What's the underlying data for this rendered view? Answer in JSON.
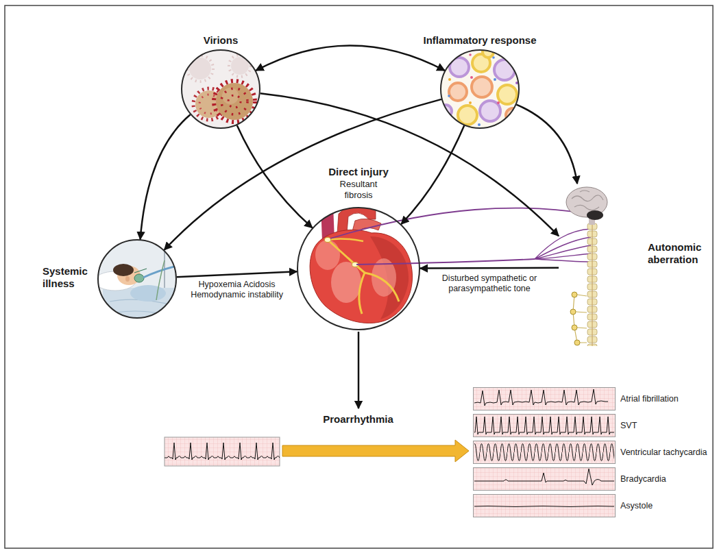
{
  "diagram": {
    "nodes": [
      {
        "text": [
          "Virions"
        ]
      },
      {
        "text": [
          "Inflammatory response"
        ]
      },
      {
        "text": [
          "Systemic illness"
        ]
      },
      {
        "text": [
          "Direct injury",
          "Resultant fibrosis"
        ]
      },
      {
        "text": [
          "Autonomic aberration"
        ]
      },
      {
        "text": [
          "Atrial fibrillation"
        ]
      },
      {
        "text": [
          "SVT"
        ]
      },
      {
        "text": [
          "Ventricular tachycardia"
        ]
      },
      {
        "text": [
          "Bradycardia"
        ]
      },
      {
        "text": [
          "Asystole"
        ]
      }
    ],
    "edges": [
      {
        "from": 0,
        "to": 1,
        "arrow": "both"
      },
      {
        "from": 0,
        "to": 2,
        "arrow": "to"
      },
      {
        "from": 0,
        "to": 3,
        "arrow": "to"
      },
      {
        "from": 0,
        "to": 4,
        "arrow": "to"
      },
      {
        "from": 1,
        "to": 2,
        "arrow": "to"
      },
      {
        "from": 1,
        "to": 3,
        "arrow": "to"
      },
      {
        "from": 1,
        "to": 4,
        "arrow": "to"
      },
      {
        "from": 2,
        "to": 3,
        "label": "Hypoxemia Acidosis Hemodynamic instability",
        "arrow": "to"
      },
      {
        "from": 4,
        "to": 3,
        "label": "Disturbed sympathetic or parasympathetic tone",
        "arrow": "to"
      }
    ],
    "labels": [
      "Proarrhythmia"
    ]
  }
}
